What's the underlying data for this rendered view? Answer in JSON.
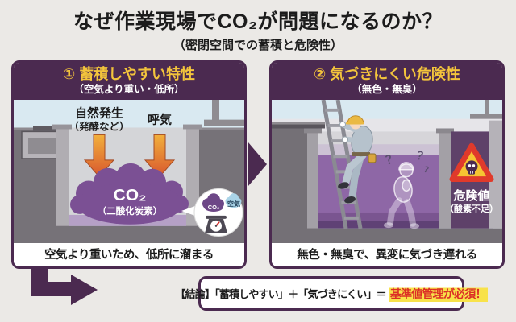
{
  "page": {
    "title": "なぜ作業現場でCO₂が問題になるのか？",
    "subtitle": "（密閉空間での蓄積と危険性）"
  },
  "colors": {
    "panel_border_purple": "#4b2a50",
    "heading_yellow": "#f3c43c",
    "gas_cloud_purple": "#7b5094",
    "pit_gas_purple": "#8e67a6",
    "arrow_orange": "#e07b36",
    "alert_red": "#dc2f26",
    "marker_yellow": "#f8e24a",
    "sky_blue": "#d9e9f1"
  },
  "panels": {
    "left": {
      "heading": "① 蓄積しやすい特性",
      "subheading": "（空気より重い・低所）",
      "labels": {
        "natural": "自然発生",
        "natural_sub": "（発酵など）",
        "breath": "呼気"
      },
      "gas": {
        "name": "CO₂",
        "sub": "（二酸化炭素）"
      },
      "badge": {
        "co2": "CO₂",
        "air": "空気",
        "icon": "scale-icon"
      },
      "caption": "空気より重いため、低所に溜まる"
    },
    "right": {
      "heading": "② 気づきにくい危険性",
      "subheading": "（無色・無臭）",
      "ghost": {
        "q1": "？",
        "q2": "？",
        "q3": "？"
      },
      "danger": {
        "value": "危険値",
        "sub": "（酸素不足）",
        "icon": "skull-warning-icon"
      },
      "caption": "無色・無臭で、異変に気づき遅れる"
    }
  },
  "conclusion": {
    "prefix": "【結論】「蓄積しやすい」＋「気づきにくい」＝",
    "highlight": "基準値管理が必須！"
  }
}
